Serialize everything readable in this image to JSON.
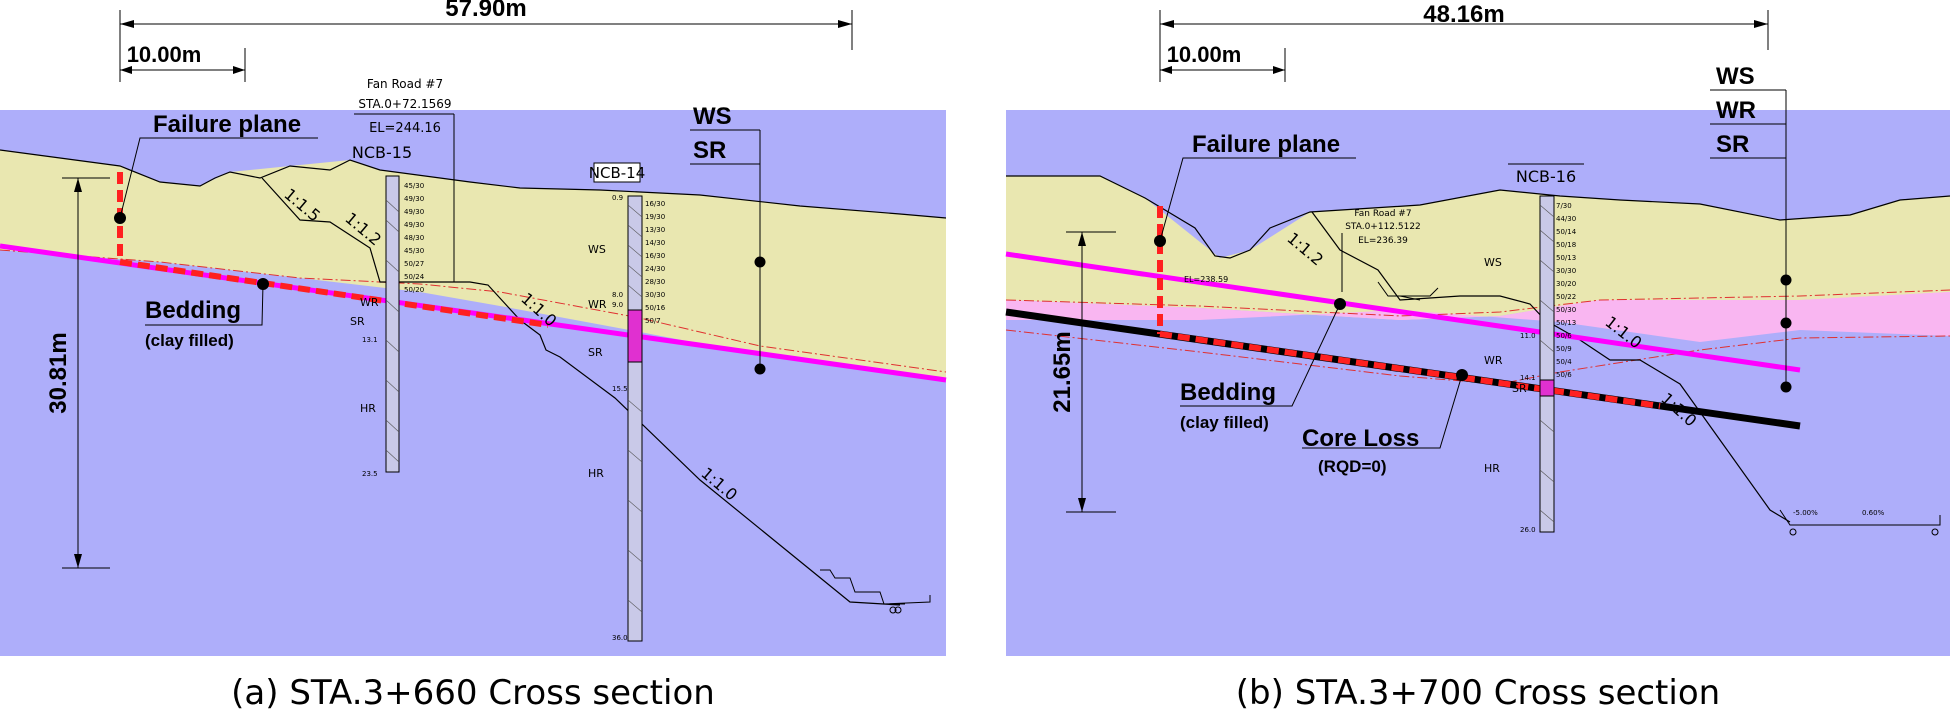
{
  "colors": {
    "ws_layer": "#e9e7b0",
    "hr_layer": "#aeaefa",
    "wr_layer": "#f9b6f1",
    "bedding": "#ff00ff",
    "failure": "#ff2020",
    "core_loss": "#000000"
  },
  "panel_a": {
    "caption": "(a) STA.3+660 Cross section",
    "width_dim": "57.90m",
    "scale_dim": "10.00m",
    "height_dim": "30.81m",
    "failure_label": "Failure plane",
    "bedding_label": "Bedding",
    "bedding_sub": "(clay filled)",
    "legend": [
      "WS",
      "SR"
    ],
    "road": {
      "name": "Fan Road #7",
      "sta": "STA.0+72.1569",
      "el": "EL=244.16"
    },
    "ncb15": {
      "label": "NCB-15",
      "spt": [
        "45/30",
        "49/30",
        "49/30",
        "49/30",
        "48/30",
        "45/30",
        "50/27",
        "50/24",
        "50/20"
      ],
      "depths": [
        "13.1",
        "23.5"
      ],
      "zones": [
        "WR",
        "SR",
        "HR"
      ]
    },
    "ncb14": {
      "label": "NCB-14",
      "spt": [
        "16/30",
        "19/30",
        "13/30",
        "14/30",
        "16/30",
        "24/30",
        "28/30",
        "30/30",
        "50/16",
        "50/7"
      ],
      "depths": [
        "0.9",
        "8.0",
        "9.0",
        "15.5",
        "36.0"
      ],
      "zones": [
        "WS",
        "WR",
        "SR",
        "HR"
      ]
    },
    "slopes": [
      "1:1.5",
      "1:1.2",
      "1:1.0",
      "1:1.0"
    ]
  },
  "panel_b": {
    "caption": "(b) STA.3+700 Cross section",
    "width_dim": "48.16m",
    "scale_dim": "10.00m",
    "height_dim": "21.65m",
    "failure_label": "Failure plane",
    "bedding_label": "Bedding",
    "bedding_sub": "(clay filled)",
    "coreloss_label": "Core Loss",
    "coreloss_sub": "(RQD=0)",
    "legend": [
      "WS",
      "WR",
      "SR"
    ],
    "road": {
      "name": "Fan Road #7",
      "sta": "STA.0+112.5122",
      "el": "EL=236.39"
    },
    "el_left": "EL=238.59",
    "ncb16": {
      "label": "NCB-16",
      "spt": [
        "7/30",
        "44/30",
        "50/14",
        "50/18",
        "50/13",
        "30/30",
        "30/20",
        "50/22",
        "50/30",
        "50/13",
        "50/6",
        "50/9",
        "50/4",
        "50/6"
      ],
      "depths": [
        "11.0",
        "14.1",
        "26.0"
      ],
      "zones": [
        "WS",
        "WR",
        "SR",
        "HR"
      ]
    },
    "slopes": [
      "1:1.2",
      "1:1.0",
      "1:1.0"
    ],
    "drain": [
      "-5.00%",
      "0.60%"
    ]
  }
}
